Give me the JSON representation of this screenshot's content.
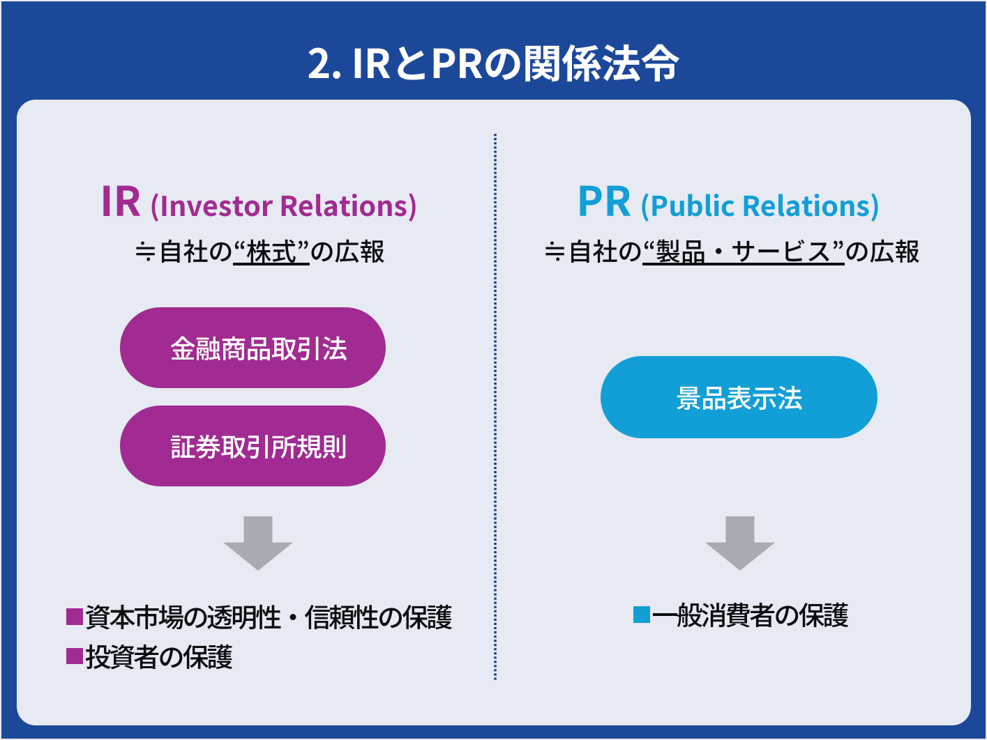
{
  "title": "2. IRとPRの関係法令",
  "columns": {
    "ir": {
      "acronym": "IR",
      "full_name": "(Investor Relations)",
      "definition": {
        "prefix": "≒自社の",
        "quoted": "“株式”",
        "suffix": "の広報"
      },
      "laws": [
        "金融商品取引法",
        "証券取引所規則"
      ],
      "outcomes": [
        "資本市場の透明性・信頼性の保護",
        "投資者の保護"
      ]
    },
    "pr": {
      "acronym": "PR",
      "full_name": "(Public Relations)",
      "definition": {
        "prefix": "≒自社の",
        "quoted": "“製品・サービス”",
        "suffix": "の広報"
      },
      "laws": [
        "景品表示法"
      ],
      "outcomes": [
        "一般消費者の保護"
      ]
    }
  },
  "icons": {
    "down_arrow": "down-block-arrow",
    "bullet": "square"
  },
  "colors": {
    "background": "#1c489a",
    "panel": "#e7eaf3",
    "ir_accent": "#a12b92",
    "pr_accent": "#129ed6",
    "arrow": "#a8abb2",
    "text": "#0c0d0f",
    "title_text": "#ffffff",
    "divider": "#1e4389"
  }
}
